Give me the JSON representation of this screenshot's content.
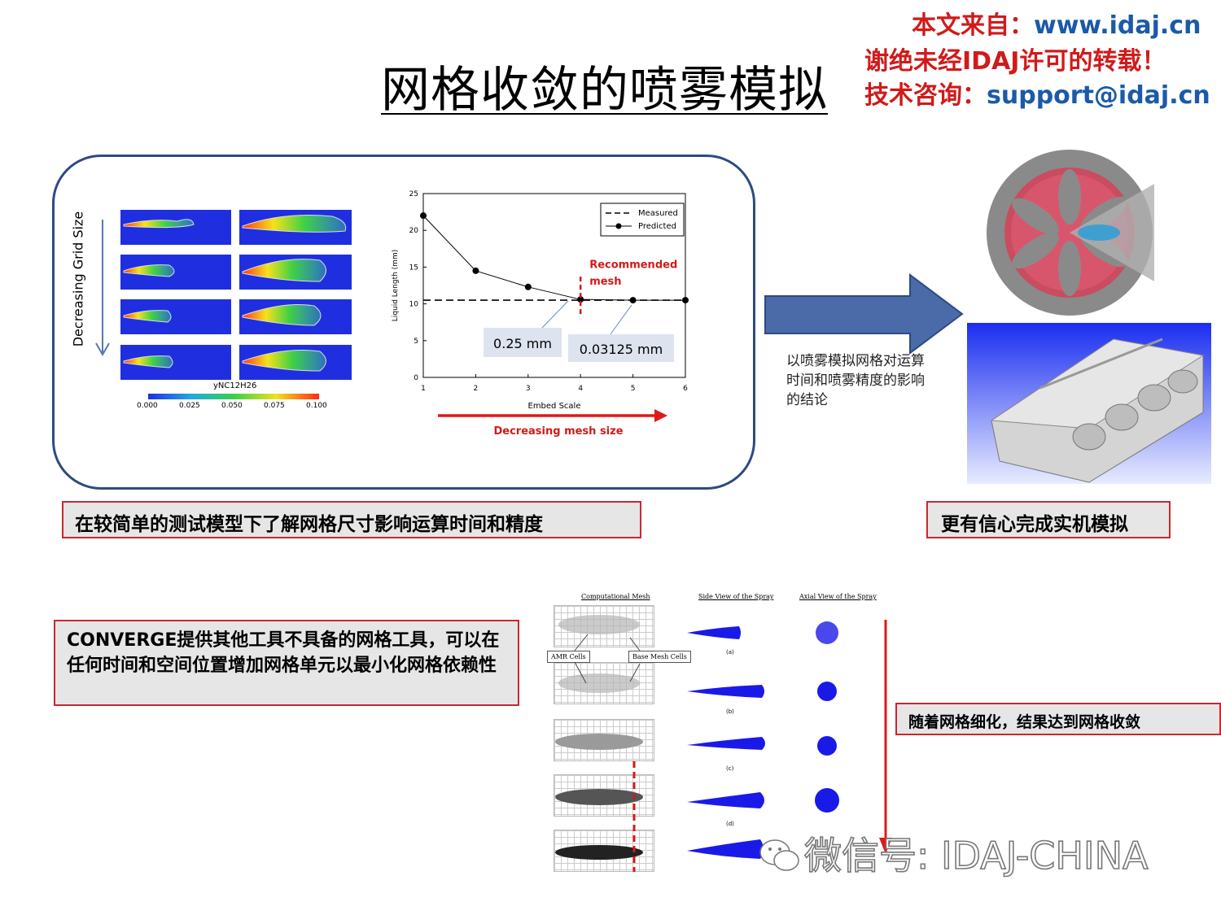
{
  "title": "网格收敛的喷雾模拟",
  "header": {
    "line1_label": "本文来自：",
    "line1_value": "www.idaj.cn",
    "line2": "谢绝未经IDAJ许可的转载！",
    "line3_label": "技术咨询：",
    "line3_value": "support@idaj.cn"
  },
  "grid_panel": {
    "side_label": "Decreasing Grid Size",
    "colorbar_title": "yNC12H26",
    "colorbar_ticks": [
      "0.000",
      "0.025",
      "0.050",
      "0.075",
      "0.100"
    ]
  },
  "chart_data": {
    "type": "line",
    "xlabel": "Embed Scale",
    "ylabel": "Liquid Length (mm)",
    "xlim": [
      1,
      6
    ],
    "ylim": [
      0,
      25
    ],
    "xticks": [
      "1",
      "2",
      "3",
      "4",
      "5",
      "6"
    ],
    "yticks": [
      "0",
      "5",
      "10",
      "15",
      "20",
      "25"
    ],
    "legend_position": "top-right",
    "series": [
      {
        "name": "Measured",
        "style": "dashed",
        "x": [
          1,
          6
        ],
        "y": [
          10.5,
          10.5
        ]
      },
      {
        "name": "Predicted",
        "style": "solid-marker",
        "x": [
          1,
          2,
          3,
          4,
          5,
          6
        ],
        "y": [
          22,
          14.5,
          12.3,
          10.6,
          10.5,
          10.5
        ]
      }
    ],
    "annotations": {
      "recommended": "Recommended mesh",
      "label_a": "0.25 mm",
      "label_b": "0.03125 mm",
      "arrow_text": "Decreasing mesh size"
    }
  },
  "conclusion_text": "以喷雾模拟网格对运算时间和喷雾精度的影响的结论",
  "box1": "在较简单的测试模型下了解网格尺寸影响运算时间和精度",
  "box2": "更有信心完成实机模拟",
  "box3": "CONVERGE提供其他工具不具备的网格工具，可以在任何时间和空间位置增加网格单元以最小化网格依赖性",
  "box4": "随着网格细化，结果达到网格收敛",
  "figure": {
    "col1": "Computational Mesh",
    "col2": "Side View of the Spray",
    "col3": "Axial View of the Spray",
    "amr_label": "AMR Cells",
    "base_label": "Base Mesh Cells",
    "captions": [
      "(a)",
      "(b)",
      "(c)",
      "(d)"
    ]
  },
  "watermark": "微信号: IDAJ-CHINA",
  "colors": {
    "header_red": "#d11a1a",
    "header_blue": "#1a5aa8",
    "panel_border": "#2e4a82",
    "arrow_blue": "#4a6aa8",
    "box_border": "#c8282d"
  }
}
